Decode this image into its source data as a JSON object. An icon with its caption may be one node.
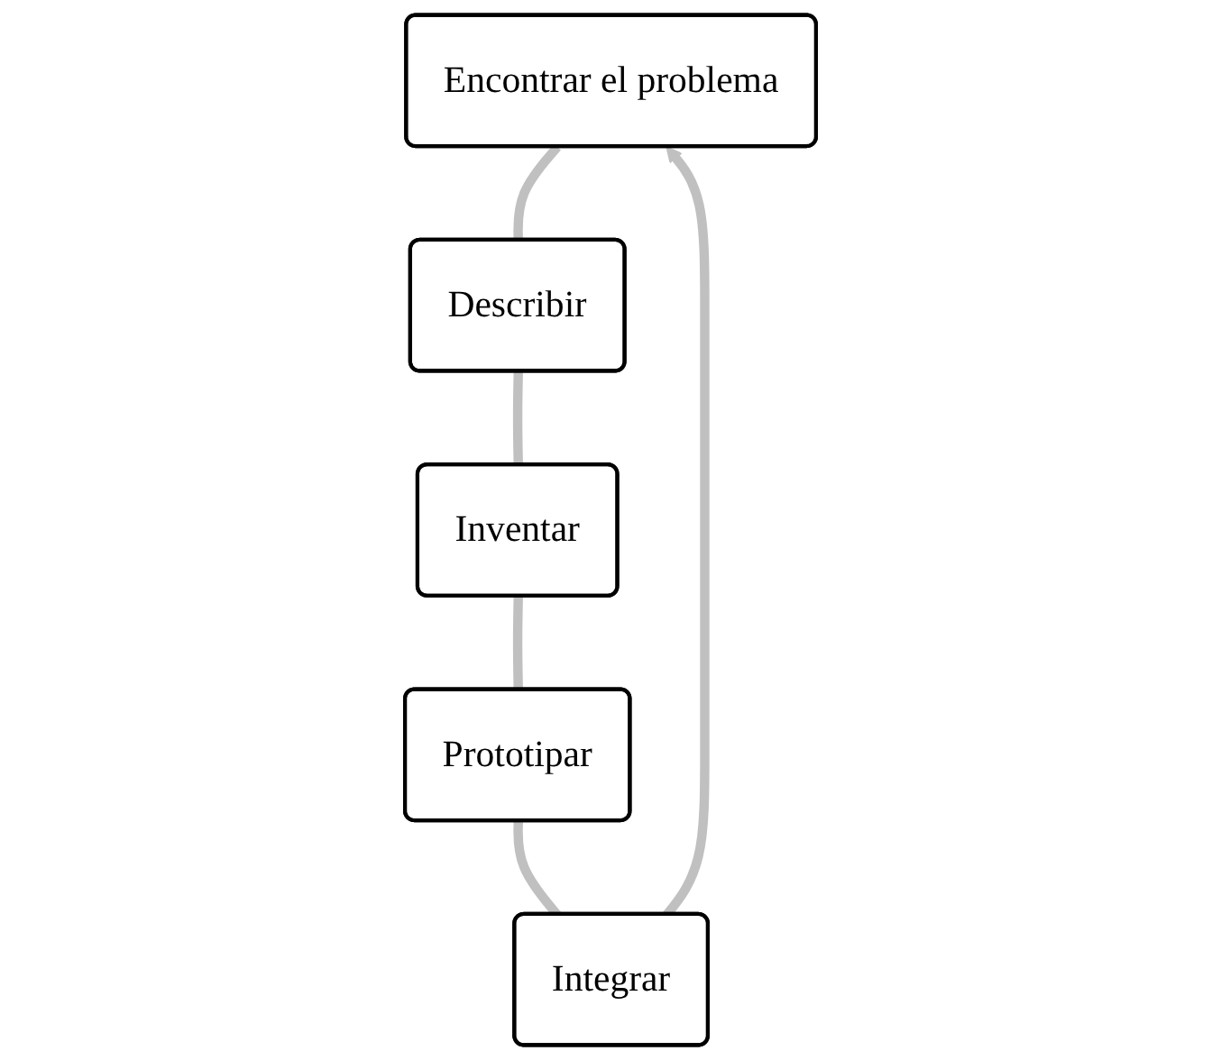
{
  "diagram": {
    "nodes": [
      {
        "text": [
          "Encontrar el problema"
        ]
      },
      {
        "text": [
          "Describir"
        ]
      },
      {
        "text": [
          "Inventar"
        ]
      },
      {
        "text": [
          "Prototipar"
        ]
      },
      {
        "text": [
          "Integrar"
        ]
      }
    ],
    "edges": [
      {
        "from": 0,
        "to": 1,
        "arrow": "none"
      },
      {
        "from": 1,
        "to": 2,
        "arrow": "none"
      },
      {
        "from": 2,
        "to": 3,
        "arrow": "none"
      },
      {
        "from": 3,
        "to": 4,
        "arrow": "none"
      },
      {
        "from": 4,
        "to": 0,
        "arrow": "to"
      }
    ]
  }
}
